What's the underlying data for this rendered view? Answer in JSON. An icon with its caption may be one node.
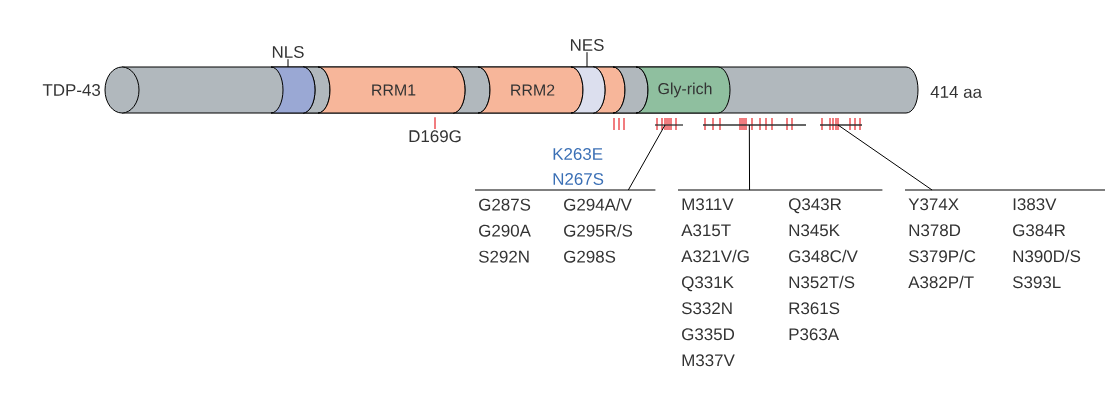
{
  "diagram": {
    "nodes": [
      {
        "text": [],
        "shape": "cylinder",
        "beside": [
          "TDP-43",
          "414 aa"
        ]
      },
      {
        "text": [],
        "shape": "band",
        "in": 0
      },
      {
        "text": [
          "RRM1"
        ],
        "in": 0
      },
      {
        "text": [
          "RRM2"
        ],
        "in": 0
      },
      {
        "text": [],
        "shape": "band",
        "in": 0
      },
      {
        "text": [
          "Gly-rich"
        ],
        "in": 0
      },
      {
        "text": [
          "NLS"
        ]
      },
      {
        "text": [
          "NES"
        ]
      },
      {
        "text": [
          "D169G"
        ]
      },
      {
        "text": [],
        "shape": "bar"
      },
      {
        "text": [],
        "shape": "bar"
      },
      {
        "text": [],
        "shape": "bar"
      },
      {
        "text": [
          "G287S",
          "G290A",
          "S292N",
          "G294A/V",
          "G295R/S",
          "G298S"
        ]
      },
      {
        "text": [
          "M311V",
          "A315T",
          "A321V/G",
          "Q331K",
          "S332N",
          "G335D",
          "M337V",
          "Q343R",
          "N345K",
          "G348C/V",
          "N352T/S",
          "R361S",
          "P363A"
        ]
      },
      {
        "text": [
          "Y374X",
          "N378D",
          "S379P/C",
          "A382P/T",
          "I383V",
          "G384R",
          "N390D/S",
          "S393L"
        ]
      }
    ],
    "edges": [
      {
        "from": 6,
        "to": 1,
        "arrow": "none"
      },
      {
        "from": 7,
        "to": 4,
        "arrow": "none"
      },
      {
        "from": 8,
        "to": 2,
        "arrow": "none",
        "color": "#e8262b"
      },
      {
        "from": 9,
        "to": 12,
        "arrow": "none"
      },
      {
        "from": 10,
        "to": 13,
        "arrow": "none"
      },
      {
        "from": 11,
        "to": 14,
        "arrow": "none"
      }
    ],
    "labels": [
      "K263E",
      "N267S"
    ]
  }
}
